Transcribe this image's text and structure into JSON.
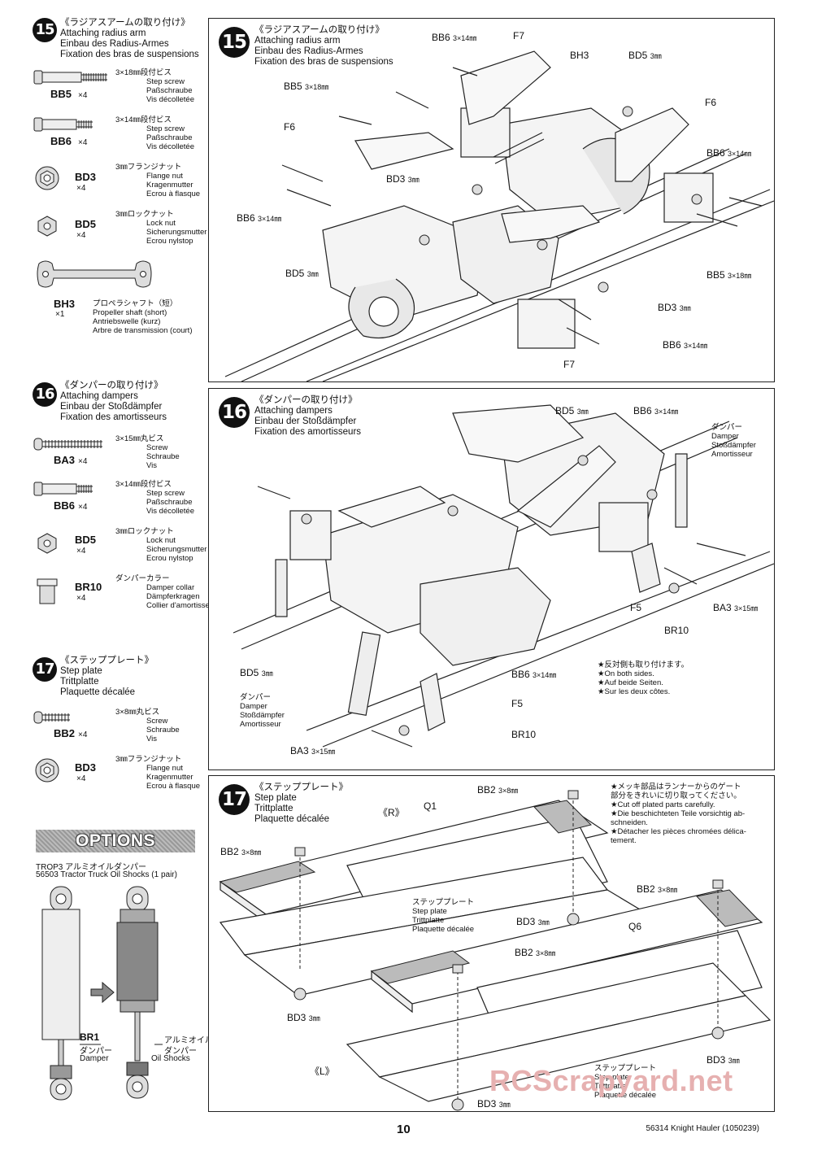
{
  "step15": {
    "number": "15",
    "title_jp": "《ラジアスアームの取り付け》",
    "title_en": "Attaching radius arm",
    "title_de": "Einbau des Radius-Armes",
    "title_fr": "Fixation des bras de suspensions",
    "parts": [
      {
        "code": "BB5",
        "qty": "×4",
        "jp": "3×18㎜段付ビス",
        "en": "Step screw",
        "de": "Paßschraube",
        "fr": "Vis décolletée"
      },
      {
        "code": "BB6",
        "qty": "×4",
        "jp": "3×14㎜段付ビス",
        "en": "Step screw",
        "de": "Paßschraube",
        "fr": "Vis décolletée"
      },
      {
        "code": "BD3",
        "qty": "×4",
        "jp": "3㎜フランジナット",
        "en": "Flange nut",
        "de": "Kragenmutter",
        "fr": "Ecrou à flasque"
      },
      {
        "code": "BD5",
        "qty": "×4",
        "jp": "3㎜ロックナット",
        "en": "Lock nut",
        "de": "Sicherungsmutter",
        "fr": "Ecrou nylstop"
      },
      {
        "code": "BH3",
        "qty": "×1",
        "jp": "プロペラシャフト（短）",
        "en": "Propeller shaft (short)",
        "de": "Antriebswelle (kurz)",
        "fr": "Arbre de transmission (court)"
      }
    ],
    "labels": {
      "bb6_a": "BB6",
      "bb6_a_size": "3×14㎜",
      "f7_top": "F7",
      "bh3": "BH3",
      "bd5_top": "BD5",
      "bd5_top_size": "3㎜",
      "bb5_left": "BB5",
      "bb5_left_size": "3×18㎜",
      "f6_right": "F6",
      "f6_left": "F6",
      "bb6_right": "BB6",
      "bb6_right_size": "3×14㎜",
      "bd3_mid": "BD3",
      "bd3_mid_size": "3㎜",
      "bb6_left": "BB6",
      "bb6_left_size": "3×14㎜",
      "bb5_right": "BB5",
      "bb5_right_size": "3×18㎜",
      "bd5_left": "BD5",
      "bd5_left_size": "3㎜",
      "bd3_right": "BD3",
      "bd3_right_size": "3㎜",
      "bb6_bottom": "BB6",
      "bb6_bottom_size": "3×14㎜",
      "f7_bottom": "F7"
    }
  },
  "step16": {
    "number": "16",
    "title_jp": "《ダンパーの取り付け》",
    "title_en": "Attaching dampers",
    "title_de": "Einbau der Stoßdämpfer",
    "title_fr": "Fixation des amortisseurs",
    "parts": [
      {
        "code": "BA3",
        "qty": "×4",
        "jp": "3×15㎜丸ビス",
        "en": "Screw",
        "de": "Schraube",
        "fr": "Vis"
      },
      {
        "code": "BB6",
        "qty": "×4",
        "jp": "3×14㎜段付ビス",
        "en": "Step screw",
        "de": "Paßschraube",
        "fr": "Vis décolletée"
      },
      {
        "code": "BD5",
        "qty": "×4",
        "jp": "3㎜ロックナット",
        "en": "Lock nut",
        "de": "Sicherungsmutter",
        "fr": "Ecrou nylstop"
      },
      {
        "code": "BR10",
        "qty": "×4",
        "jp": "ダンパーカラー",
        "en": "Damper collar",
        "de": "Dämpferkragen",
        "fr": "Collier d'amortisseur"
      }
    ],
    "labels": {
      "bd5_top": "BD5",
      "bd5_top_size": "3㎜",
      "bb6_top": "BB6",
      "bb6_top_size": "3×14㎜",
      "damper_jp": "ダンパー",
      "damper_en": "Damper",
      "damper_de": "Stoßdämpfer",
      "damper_fr": "Amortisseur",
      "f5_right": "F5",
      "br10_right": "BR10",
      "ba3_right": "BA3",
      "ba3_right_size": "3×15㎜",
      "bd5_left": "BD5",
      "bd5_left_size": "3㎜",
      "bb6_mid": "BB6",
      "bb6_mid_size": "3×14㎜",
      "f5_bottom": "F5",
      "br10_bottom": "BR10",
      "ba3_bottom": "BA3",
      "ba3_bottom_size": "3×15㎜",
      "damper2_jp": "ダンパー",
      "damper2_en": "Damper",
      "damper2_de": "Stoßdämpfer",
      "damper2_fr": "Amortisseur"
    },
    "note_jp": "★反対側も取り付けます。",
    "note_en": "★On both sides.",
    "note_de": "★Auf beide Seiten.",
    "note_fr": "★Sur les deux côtes."
  },
  "step17": {
    "number": "17",
    "title_jp": "《ステッププレート》",
    "title_en": "Step plate",
    "title_de": "Trittplatte",
    "title_fr": "Plaquette décalée",
    "parts": [
      {
        "code": "BB2",
        "qty": "×4",
        "jp": "3×8㎜丸ビス",
        "en": "Screw",
        "de": "Schraube",
        "fr": "Vis"
      },
      {
        "code": "BD3",
        "qty": "×4",
        "jp": "3㎜フランジナット",
        "en": "Flange nut",
        "de": "Kragenmutter",
        "fr": "Ecrou à flasque"
      }
    ],
    "labels": {
      "bb2_top": "BB2",
      "bb2_top_size": "3×8㎜",
      "r_mark": "《R》",
      "q1": "Q1",
      "bb2_left": "BB2",
      "bb2_left_size": "3×8㎜",
      "step_jp": "ステッププレート",
      "step_en": "Step plate",
      "step_de": "Trittplatte",
      "step_fr": "Plaquette décalée",
      "bd3_mid": "BD3",
      "bd3_mid_size": "3㎜",
      "bb2_right": "BB2",
      "bb2_right_size": "3×8㎜",
      "q6": "Q6",
      "bb2_mid": "BB2",
      "bb2_mid_size": "3×8㎜",
      "bd3_left": "BD3",
      "bd3_left_size": "3㎜",
      "l_mark": "《L》",
      "bd3_right": "BD3",
      "bd3_right_size": "3㎜",
      "step2_jp": "ステッププレート",
      "step2_en": "Step plate",
      "step2_de": "Trittplatte",
      "step2_fr": "Plaquette décalée",
      "bd3_bottom": "BD3",
      "bd3_bottom_size": "3㎜"
    },
    "note_lines": [
      "★メッキ部品はランナーからのゲート",
      "部分をきれいに切り取ってください。",
      "★Cut off plated parts carefully.",
      "★Die beschichteten Teile vorsichtig ab-",
      "schneiden.",
      "★Détacher les pièces chromées délica-",
      "tement."
    ]
  },
  "options": {
    "banner": "OPTIONS",
    "line1": "TROP3 アルミオイルダンパー",
    "line2": "56503 Tractor Truck Oil Shocks (1 pair)",
    "br1_code": "BR1",
    "br1_jp": "ダンパー",
    "br1_en": "Damper",
    "alu_jp": "アルミオイル",
    "alu_jp2": "ダンパー",
    "alu_en": "Oil Shocks"
  },
  "footer": {
    "page": "10",
    "id": "56314  Knight Hauler (1050239)",
    "watermark": "RCScrapyard.net"
  }
}
